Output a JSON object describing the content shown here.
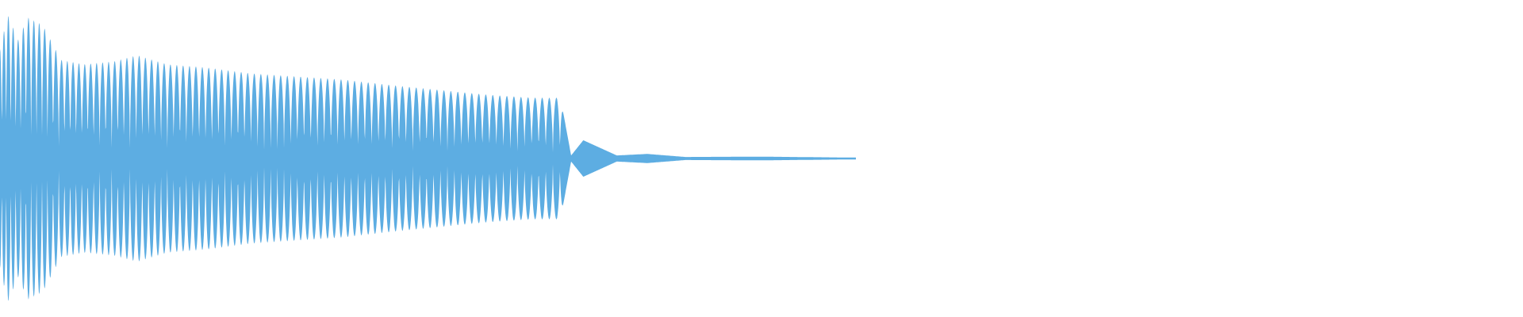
{
  "waveform": {
    "color": "#5dade2",
    "background": "#ffffff",
    "centerline_fraction": 0.5,
    "envelope": [
      {
        "t": 0.0,
        "amp": 0.72
      },
      {
        "t": 0.005,
        "amp": 0.95
      },
      {
        "t": 0.012,
        "amp": 0.78
      },
      {
        "t": 0.018,
        "amp": 0.93
      },
      {
        "t": 0.028,
        "amp": 0.88
      },
      {
        "t": 0.04,
        "amp": 0.65
      },
      {
        "t": 0.055,
        "amp": 0.62
      },
      {
        "t": 0.075,
        "amp": 0.64
      },
      {
        "t": 0.09,
        "amp": 0.68
      },
      {
        "t": 0.11,
        "amp": 0.62
      },
      {
        "t": 0.135,
        "amp": 0.6
      },
      {
        "t": 0.165,
        "amp": 0.56
      },
      {
        "t": 0.195,
        "amp": 0.54
      },
      {
        "t": 0.225,
        "amp": 0.52
      },
      {
        "t": 0.26,
        "amp": 0.48
      },
      {
        "t": 0.29,
        "amp": 0.45
      },
      {
        "t": 0.32,
        "amp": 0.42
      },
      {
        "t": 0.35,
        "amp": 0.4
      },
      {
        "t": 0.368,
        "amp": 0.4
      },
      {
        "t": 0.375,
        "amp": 0.02
      },
      {
        "t": 0.383,
        "amp": 0.12
      },
      {
        "t": 0.405,
        "amp": 0.02
      },
      {
        "t": 0.425,
        "amp": 0.03
      },
      {
        "t": 0.45,
        "amp": 0.01
      },
      {
        "t": 0.5,
        "amp": 0.012
      },
      {
        "t": 0.56,
        "amp": 0.006
      }
    ],
    "cycles_before_decay": 44,
    "start_fraction": 0.0,
    "end_fraction": 0.562
  }
}
